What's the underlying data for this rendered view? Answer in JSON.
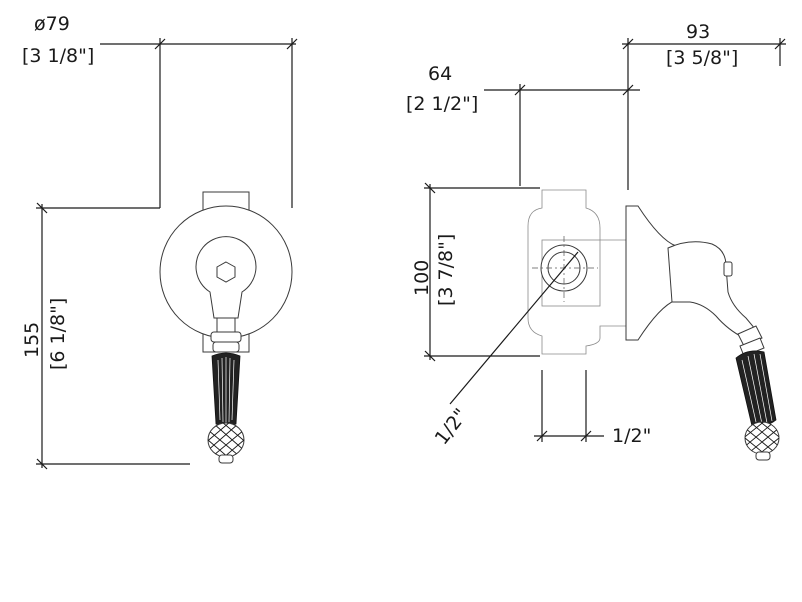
{
  "front_view": {
    "diameter_mm": "ø79",
    "diameter_in": "[3 1/8\"]",
    "height_mm": "155",
    "height_in": "[6 1/8\"]"
  },
  "side_view": {
    "depth_total_mm": "93",
    "depth_total_in": "[3 5/8\"]",
    "depth_mm": "64",
    "depth_in": "[2 1/2\"]",
    "body_height_mm": "100",
    "body_height_in": "[3 7/8\"]",
    "inlet_label": "1/2\"",
    "outlet_label": "1/2\""
  }
}
